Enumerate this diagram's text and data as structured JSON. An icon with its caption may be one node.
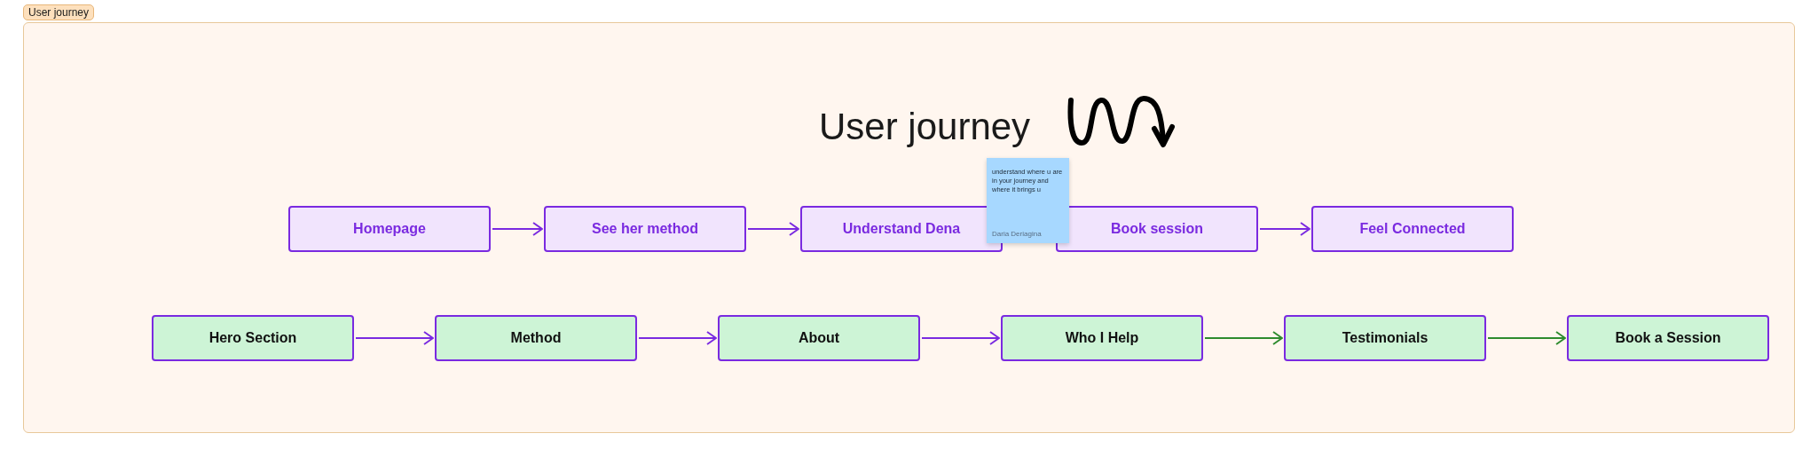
{
  "diagram": {
    "title": "User journey",
    "nodes": [
      {
        "text": [
          "User journey"
        ]
      },
      {
        "text": [
          "Homepage"
        ],
        "in": 0
      },
      {
        "text": [
          "See her method"
        ],
        "in": 0
      },
      {
        "text": [
          "Understand Dena"
        ],
        "in": 0
      },
      {
        "text": [
          "understand where u are in your  journey and where it brings u",
          "Daria Deriagina"
        ],
        "in": 0
      },
      {
        "text": [
          "Book session"
        ],
        "in": 0
      },
      {
        "text": [
          "Feel Connected"
        ],
        "in": 0
      },
      {
        "text": [
          "Hero Section"
        ],
        "in": 0
      },
      {
        "text": [
          "Method"
        ],
        "in": 0
      },
      {
        "text": [
          "About"
        ],
        "in": 0
      },
      {
        "text": [
          "Who I Help"
        ],
        "in": 0
      },
      {
        "text": [
          "Testimonials"
        ],
        "in": 0
      },
      {
        "text": [
          "Book a Session"
        ],
        "in": 0
      }
    ],
    "edges": [
      {
        "from": 1,
        "to": 2,
        "arrow": "to"
      },
      {
        "from": 2,
        "to": 3,
        "arrow": "to"
      },
      {
        "from": 5,
        "to": 6,
        "arrow": "to"
      },
      {
        "from": 7,
        "to": 8,
        "arrow": "to"
      },
      {
        "from": 8,
        "to": 9,
        "arrow": "to"
      },
      {
        "from": 9,
        "to": 10,
        "arrow": "to"
      },
      {
        "from": 10,
        "to": 11,
        "arrow": "to",
        "color": "#2e8b2e"
      },
      {
        "from": 11,
        "to": 12,
        "arrow": "to",
        "color": "#2e8b2e"
      }
    ]
  }
}
